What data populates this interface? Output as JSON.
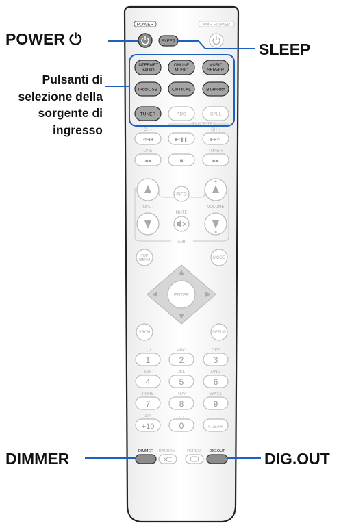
{
  "callouts": {
    "power": "POWER ⏻",
    "sleep": "SLEEP",
    "source_lines": [
      "Pulsanti di",
      "selezione della",
      "sorgente di",
      "ingresso"
    ],
    "dimmer": "DIMMER",
    "digout": "DIG.OUT"
  },
  "remote": {
    "power_label": "POWER",
    "amp_power_label": "AMP POWER",
    "sleep": "SLEEP",
    "src_internet_1": "INTERNET",
    "src_internet_2": "RADIO",
    "src_online_1": "ONLINE",
    "src_online_2": "MUSIC",
    "src_server_1": "MUSIC",
    "src_server_2": "SERVER",
    "src_ipod": "iPod/USB",
    "src_optical": "OPTICAL",
    "src_bt": "Bluetooth",
    "tuner": "TUNER",
    "add": "ADD",
    "call": "CALL",
    "favorites": "FAVORITES",
    "ch_minus": "CH -",
    "ch_plus": "CH +",
    "tune_minus": "TUNE -",
    "tune_plus": "TUNE +",
    "prev_glyph": "⧏◀◀",
    "play_glyph": "▶/❚❚",
    "next_glyph": "▶▶⧐",
    "rew_glyph": "◀◀",
    "stop_glyph": "■",
    "ff_glyph": "▶▶",
    "info": "INFO",
    "input": "INPUT",
    "mute": "MUTE",
    "volume": "VOLUME",
    "amp": "AMP",
    "top_menu_1": "TOP",
    "top_menu_2": "MENU",
    "mode": "MODE",
    "enter": "ENTER",
    "srch": "SRCH",
    "setup": "SETUP",
    "sub_1": ". , /",
    "sub_2": "ABC",
    "sub_3": "DEF",
    "sub_4": "GHI",
    "sub_5": "JKL",
    "sub_6": "MNO",
    "sub_7": "PQRS",
    "sub_8": "TUV",
    "sub_9": "WXYZ",
    "sub_10": "a/A",
    "sub_0": "␣ ,",
    "key_1": "1",
    "key_2": "2",
    "key_3": "3",
    "key_4": "4",
    "key_5": "5",
    "key_6": "6",
    "key_7": "7",
    "key_8": "8",
    "key_9": "9",
    "key_10": "+10",
    "key_0": "0",
    "clear": "CLEAR",
    "dimmer": "DIMMER",
    "random": "RANDOM",
    "repeat": "REPEAT",
    "digout": "DIG.OUT"
  },
  "colors": {
    "highlight": "#1f5fbf",
    "dark_button": "#6d6d6d",
    "light_button": "#e2e2e2",
    "faint": "#b3b3b3"
  }
}
